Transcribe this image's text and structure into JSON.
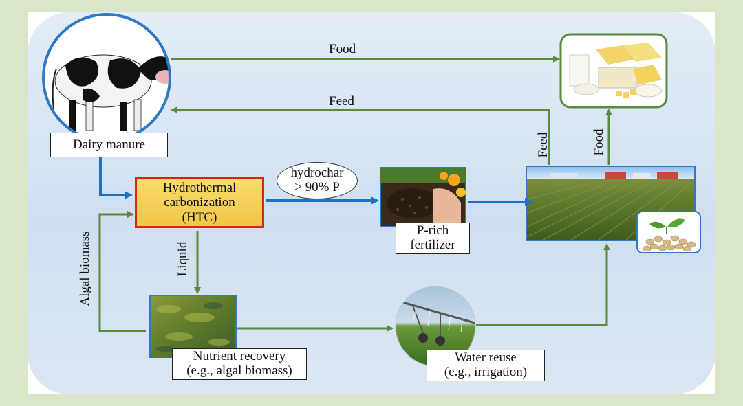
{
  "nodes": {
    "dairy_manure": "Dairy manure",
    "htc": [
      "Hydrothermal",
      "carbonization",
      "(HTC)"
    ],
    "hydrochar": [
      "hydrochar",
      "> 90% P"
    ],
    "fertilizer": [
      "P-rich",
      "fertilizer"
    ],
    "nutrient_recovery": [
      "Nutrient recovery",
      "(e.g., algal biomass)"
    ],
    "water_reuse": [
      "Water reuse",
      "(e.g., irrigation)"
    ]
  },
  "edges": {
    "food_top": "Food",
    "feed_top": "Feed",
    "feed_vertical": "Feed",
    "food_vertical": "Food",
    "liquid": "Liquid",
    "algal_biomass": "Algal biomass"
  },
  "colors": {
    "green_arrow": "#5a8a3c",
    "blue_arrow": "#1f6fc2",
    "htc_fill": "#f4cc50",
    "htc_border": "#e02020"
  },
  "icons": {
    "cow": "cow-photo",
    "dairy": "dairy-products-photo",
    "fertilizer": "fertilizer-photo",
    "field": "corn-field-photo",
    "seeds": "seeds-photo",
    "algae": "algae-photo",
    "irrigation": "irrigation-photo"
  }
}
